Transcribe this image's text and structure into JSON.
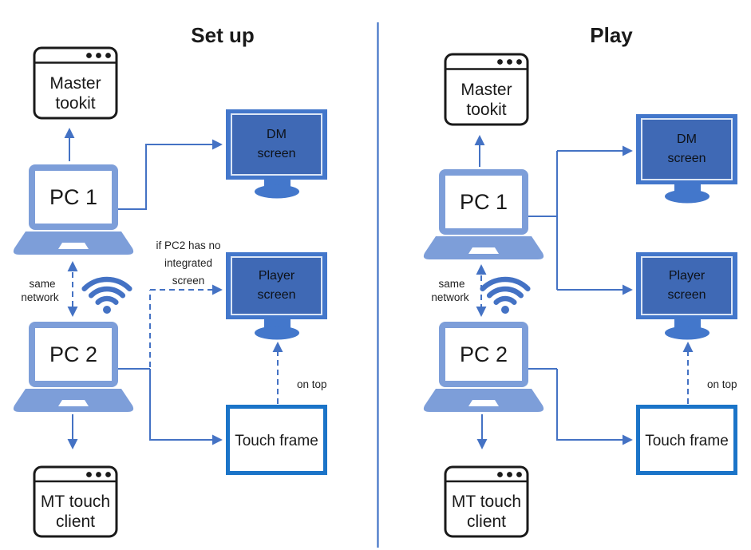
{
  "colors": {
    "accent_blue": "#4472C4",
    "laptop_blue": "#7D9ED9",
    "monitor_frame_blue": "#4377CB",
    "monitor_screen_blue": "#3F69B5",
    "touch_frame_blue": "#1B74C8",
    "outline_black": "#1A1A1A",
    "divider_blue": "#4173C6"
  },
  "icons": [
    "browser-window-icon",
    "laptop-icon",
    "monitor-icon",
    "wifi-icon"
  ],
  "panels": {
    "setup": {
      "title": "Set up",
      "master_window": {
        "line1": "Master",
        "line2": "tookit"
      },
      "pc1_label": "PC 1",
      "dm_screen": {
        "line1": "DM",
        "line2": "screen"
      },
      "network_note": {
        "line1": "same",
        "line2": "network"
      },
      "condition_note": {
        "line1": "if PC2 has no",
        "line2": "integrated",
        "line3": "screen"
      },
      "player_screen": {
        "line1": "Player",
        "line2": "screen"
      },
      "pc2_label": "PC 2",
      "touch_frame_label": "Touch frame",
      "on_top_label": "on top",
      "mt_client_window": {
        "line1": "MT touch",
        "line2": "client"
      }
    },
    "play": {
      "title": "Play",
      "master_window": {
        "line1": "Master",
        "line2": "tookit"
      },
      "pc1_label": "PC 1",
      "dm_screen": {
        "line1": "DM",
        "line2": "screen"
      },
      "network_note": {
        "line1": "same",
        "line2": "network"
      },
      "player_screen": {
        "line1": "Player",
        "line2": "screen"
      },
      "pc2_label": "PC 2",
      "touch_frame_label": "Touch frame",
      "on_top_label": "on top",
      "mt_client_window": {
        "line1": "MT touch",
        "line2": "client"
      }
    }
  }
}
